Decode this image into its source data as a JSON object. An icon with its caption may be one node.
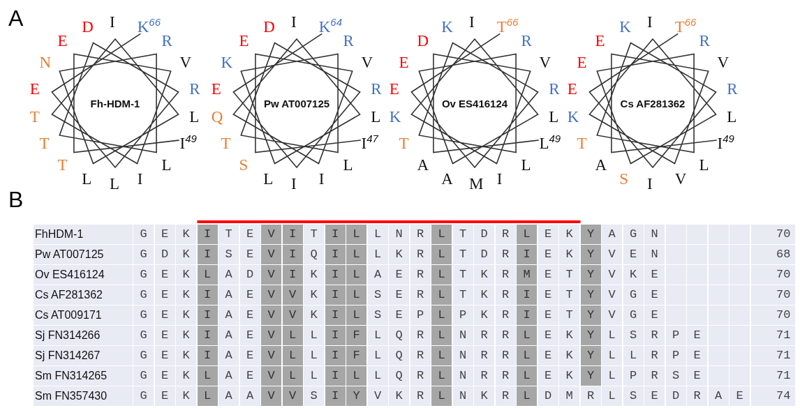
{
  "diagram": {
    "nodes": [
      {
        "text": [
          "Fh-HDM-1"
        ]
      },
      {
        "text": [
          "Pw AT007125"
        ]
      },
      {
        "text": [
          "Ov ES416124"
        ]
      },
      {
        "text": [
          "Cs AF281362"
        ]
      }
    ],
    "labels": [
      "A",
      "I",
      "K$^{66}$",
      "R",
      "V",
      "R",
      "L",
      "I$^{49}$",
      "L",
      "I",
      "L",
      "L",
      "T",
      "T",
      "T",
      "E",
      "N",
      "E",
      "D",
      "I",
      "K$^{64}$",
      "R",
      "V",
      "R",
      "L",
      "I$^{47}$",
      "L",
      "I",
      "I",
      "L",
      "S",
      "T",
      "Q",
      "E",
      "K",
      "E",
      "D",
      "I",
      "T$^{66}$",
      "R",
      "V",
      "R",
      "L",
      "L$^{49}$",
      "L",
      "I",
      "M",
      "A",
      "A",
      "T",
      "K",
      "E",
      "E",
      "D",
      "K",
      "I",
      "T$^{66}$",
      "R",
      "V",
      "R",
      "L",
      "I$^{49}$",
      "L",
      "V",
      "I",
      "S",
      "A",
      "T",
      "K",
      "E",
      "E",
      "E",
      "K",
      "B",
      "FhHDM-1",
      "G",
      "E",
      "K",
      "I",
      "T",
      "E",
      "V",
      "I",
      "T",
      "I",
      "L",
      "L",
      "N",
      "R",
      "L",
      "T",
      "D",
      "R",
      "L",
      "E",
      "K",
      "Y",
      "A",
      "G",
      "N",
      "70",
      "Pw AT007125",
      "G",
      "D",
      "K",
      "I",
      "S",
      "E",
      "V",
      "I",
      "Q",
      "I",
      "L",
      "L",
      "K",
      "R",
      "L",
      "T",
      "D",
      "R",
      "I",
      "E",
      "K",
      "Y",
      "V",
      "E",
      "N",
      "68",
      "Ov ES416124",
      "G",
      "E",
      "K",
      "L",
      "A",
      "D",
      "V",
      "I",
      "K",
      "I",
      "L",
      "A",
      "E",
      "R",
      "L",
      "T",
      "K",
      "R",
      "M",
      "E",
      "T",
      "Y",
      "V",
      "K",
      "E",
      "70",
      "Cs AF281362",
      "G",
      "E",
      "K",
      "I",
      "A",
      "E",
      "V",
      "V",
      "K",
      "I",
      "L",
      "S",
      "E",
      "R",
      "L",
      "T",
      "K",
      "R",
      "I",
      "E",
      "T",
      "Y",
      "V",
      "G",
      "E",
      "70",
      "Cs AT009171",
      "G",
      "E",
      "K",
      "I",
      "A",
      "E",
      "V",
      "V",
      "K",
      "I",
      "L",
      "S",
      "E",
      "P",
      "L",
      "P",
      "K",
      "R",
      "I",
      "E",
      "T",
      "Y",
      "V",
      "G",
      "E",
      "70",
      "Sj FN314266",
      "G",
      "E",
      "K",
      "I",
      "A",
      "E",
      "V",
      "L",
      "L",
      "I",
      "F",
      "L",
      "Q",
      "R",
      "L",
      "N",
      "R",
      "R",
      "L",
      "E",
      "K",
      "Y",
      "L",
      "S",
      "R",
      "P",
      "E",
      "71",
      "Sj FN314267",
      "G",
      "E",
      "K",
      "I",
      "A",
      "E",
      "V",
      "L",
      "L",
      "I",
      "F",
      "L",
      "Q",
      "R",
      "L",
      "N",
      "R",
      "R",
      "L",
      "E",
      "K",
      "Y",
      "L",
      "L",
      "R",
      "P",
      "E",
      "71",
      "Sm FN314265",
      "G",
      "E",
      "K",
      "L",
      "A",
      "E",
      "V",
      "L",
      "L",
      "I",
      "L",
      "L",
      "Q",
      "R",
      "L",
      "N",
      "R",
      "R",
      "L",
      "E",
      "K",
      "Y",
      "L",
      "P",
      "R",
      "S",
      "E",
      "71",
      "Sm FN357430",
      "G",
      "E",
      "K",
      "L",
      "A",
      "A",
      "V",
      "V",
      "S",
      "I",
      "Y",
      "V",
      "K",
      "R",
      "L",
      "N",
      "K",
      "R",
      "L",
      "D",
      "M",
      "R",
      "L",
      "S",
      "E",
      "D",
      "R",
      "A",
      "E",
      "74"
    ]
  }
}
